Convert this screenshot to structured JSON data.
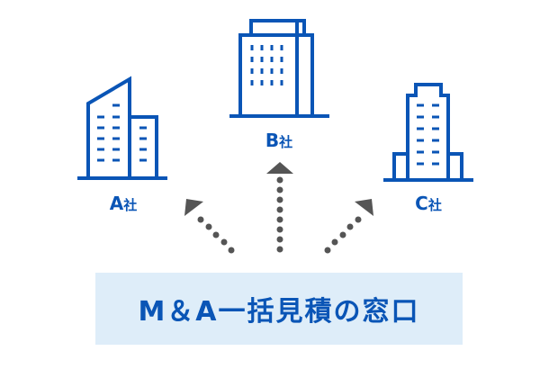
{
  "diagram": {
    "companies": [
      {
        "letter": "A",
        "suffix": "社",
        "icon": "office-building-tall-slanted-icon"
      },
      {
        "letter": "B",
        "suffix": "社",
        "icon": "office-building-rooftop-icon"
      },
      {
        "letter": "C",
        "suffix": "社",
        "icon": "office-building-stepped-icon"
      }
    ],
    "hub": {
      "label": "M＆A一括見積の窓口"
    },
    "arrows": [
      "arrow-up-left-dotted",
      "arrow-up-dotted",
      "arrow-up-right-dotted"
    ],
    "colors": {
      "primary": "#0a55b6",
      "banner_bg": "#deedf9",
      "arrow": "#555555"
    }
  }
}
